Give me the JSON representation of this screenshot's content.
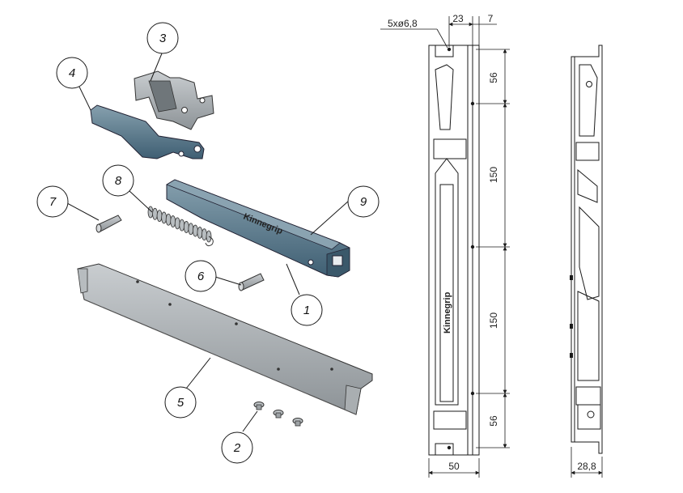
{
  "callouts": {
    "c1": "1",
    "c2": "2",
    "c3": "3",
    "c4": "4",
    "c5": "5",
    "c6": "6",
    "c7": "7",
    "c8": "8",
    "c9": "9"
  },
  "dimensions": {
    "hole_spec": "5xø6,8",
    "top_offset_a": "23",
    "top_offset_b": "7",
    "spacing_top": "56",
    "spacing_upper": "150",
    "spacing_lower": "150",
    "spacing_bottom": "56",
    "front_width": "50",
    "side_width": "28,8"
  },
  "labels": {
    "brand": "Kinnegrip"
  },
  "colors": {
    "part_blue": "#4a6a7e",
    "part_blue_light": "#7d97a6",
    "steel": "#9aa0a4",
    "steel_dark": "#5f6569",
    "line": "#1a1a1a"
  }
}
